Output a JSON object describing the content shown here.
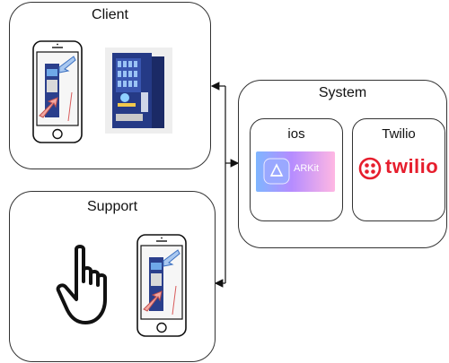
{
  "client": {
    "title": "Client"
  },
  "support": {
    "title": "Support"
  },
  "system": {
    "title": "System",
    "ios": {
      "title": "ios",
      "logo_caption": "ARKit"
    },
    "twilio": {
      "title": "Twilio",
      "logo_text": "twilio"
    }
  },
  "colors": {
    "outline": "#333333",
    "arkit_gradient": [
      "#7fb6ff",
      "#b58cff",
      "#ffb7e3"
    ],
    "twilio_red": "#e61e2d",
    "vending_blue": "#253a86"
  },
  "icons": [
    "phone-icon",
    "vending-machine-icon",
    "pointing-hand-icon",
    "arkit-icon",
    "twilio-logo-icon"
  ]
}
